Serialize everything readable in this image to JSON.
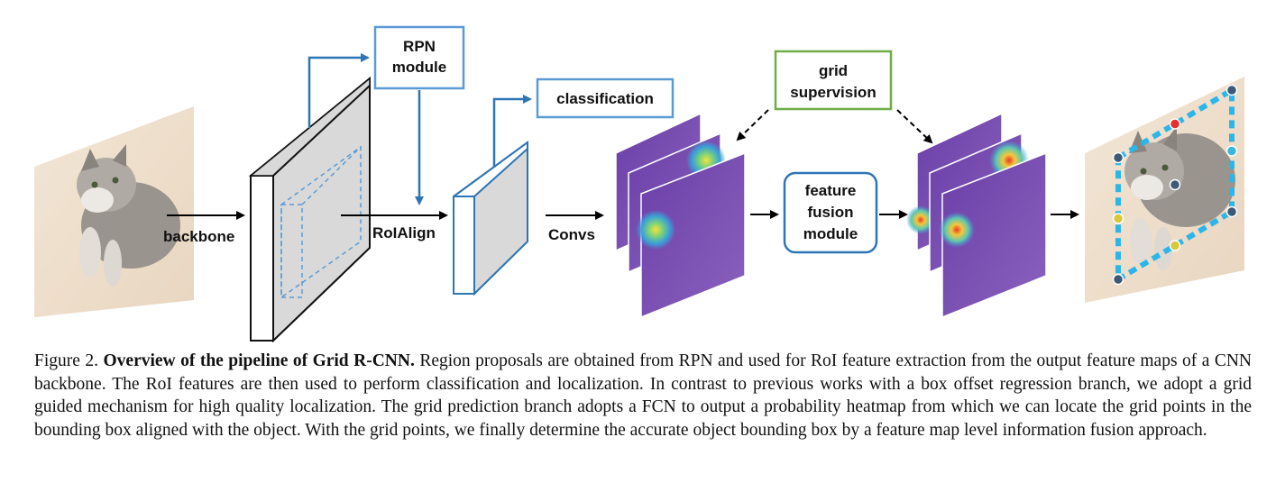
{
  "figure": {
    "labels": {
      "backbone": "backbone",
      "roialign": "RoIAlign",
      "convs": "Convs"
    },
    "boxes": {
      "rpn": [
        "RPN",
        "module"
      ],
      "classification": "classification",
      "grid_supervision": [
        "grid",
        "supervision"
      ],
      "feature_fusion": [
        "feature",
        "fusion",
        "module"
      ]
    },
    "colors": {
      "blue_arrow": "#2e75b6",
      "box_border_blue": "#5b9bd5",
      "green_border": "#70ad47",
      "heatmap_purple": "#7a4fb0",
      "dashed_bbox": "#2ab6e8"
    },
    "grid_point_colors": [
      "#3c5a78",
      "#e83030",
      "#3c5a78",
      "#d8c93a",
      "#3c5a78",
      "#38b8d8",
      "#3c5a78",
      "#d8c93a",
      "#3c5a78"
    ]
  },
  "caption": {
    "prefix": "Figure 2.",
    "bold": "Overview of the pipeline of Grid R-CNN.",
    "text": "Region proposals are obtained from RPN and used for RoI feature extraction from the output feature maps of a CNN backbone. The RoI features are then used to perform classification and localization. In contrast to previous works with a box offset regression branch, we adopt a grid guided mechanism for high quality localization. The grid prediction branch adopts a FCN to output a probability heatmap from which we can locate the grid points in the bounding box aligned with the object. With the grid points, we finally determine the accurate object bounding box by a feature map level information fusion approach."
  }
}
